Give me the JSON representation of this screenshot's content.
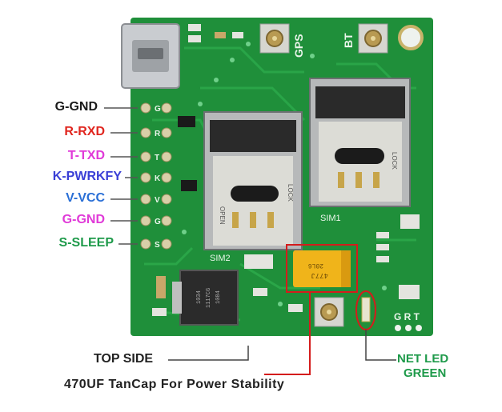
{
  "pin_labels": [
    {
      "text": "G-GND",
      "color": "#1a1a1a"
    },
    {
      "text": "R-RXD",
      "color": "#e0261f"
    },
    {
      "text": "T-TXD",
      "color": "#e03ad8"
    },
    {
      "text": "K-PWRKFY",
      "color": "#3a3fd6"
    },
    {
      "text": "V-VCC",
      "color": "#2a6fd6"
    },
    {
      "text": "G-GND",
      "color": "#e03ad8"
    },
    {
      "text": "S-SLEEP",
      "color": "#1e9a4a"
    }
  ],
  "silkscreen": {
    "gps": "GPS",
    "bt": "BT",
    "sim1": "SIM1",
    "sim2": "SIM2",
    "open": "OPEN",
    "lock": "LOCK",
    "grt": "G R T",
    "header_letters": [
      "G",
      "R",
      "T",
      "K",
      "V",
      "G",
      "S"
    ],
    "regulator_text": [
      "1034",
      "1117CG",
      "1084"
    ],
    "capacitor_text": [
      "477J",
      "20L6"
    ]
  },
  "callouts": {
    "top_side": "TOP SIDE",
    "tancap": "470UF TanCap For Power Stability",
    "net_led_line1": "NET LED",
    "net_led_line2": "GREEN"
  },
  "colors": {
    "pcb": "#1f8f3a",
    "trace": "#29a847",
    "highlight": "#d41c1c",
    "capacitor": "#f0b41a",
    "net_led_text": "#1e9a4a"
  }
}
